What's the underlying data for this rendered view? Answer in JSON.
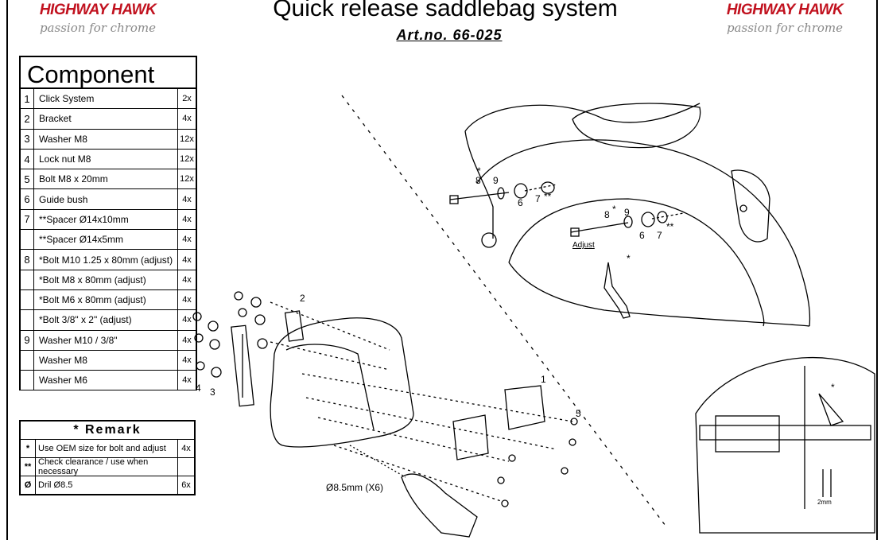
{
  "header": {
    "brand": "HIGHWAY HAWK",
    "tagline": "passion for chrome",
    "title": "Quick release saddlebag system",
    "art_no": "Art.no. 66-025"
  },
  "component_table": {
    "title": "Component",
    "rows": [
      {
        "no": "1",
        "desc": "Click System",
        "qty": "2x"
      },
      {
        "no": "2",
        "desc": "Bracket",
        "qty": "4x"
      },
      {
        "no": "3",
        "desc": "Washer M8",
        "qty": "12x"
      },
      {
        "no": "4",
        "desc": "Lock nut M8",
        "qty": "12x"
      },
      {
        "no": "5",
        "desc": "Bolt M8 x 20mm",
        "qty": "12x"
      },
      {
        "no": "6",
        "desc": "Guide bush",
        "qty": "4x"
      },
      {
        "no": "7",
        "desc": "**Spacer Ø14x10mm",
        "qty": "4x"
      },
      {
        "no": "",
        "desc": "**Spacer Ø14x5mm",
        "qty": "4x"
      },
      {
        "no": "8",
        "desc": "*Bolt M10 1.25 x 80mm (adjust)",
        "qty": "4x"
      },
      {
        "no": "",
        "desc": "*Bolt M8 x 80mm (adjust)",
        "qty": "4x"
      },
      {
        "no": "",
        "desc": "*Bolt M6 x 80mm (adjust)",
        "qty": "4x"
      },
      {
        "no": "",
        "desc": "*Bolt 3/8\" x 2\" (adjust)",
        "qty": "4x"
      },
      {
        "no": "9",
        "desc": "Washer M10 / 3/8\"",
        "qty": "4x"
      },
      {
        "no": "",
        "desc": "Washer M8",
        "qty": "4x"
      },
      {
        "no": "",
        "desc": "Washer M6",
        "qty": "4x"
      }
    ]
  },
  "remark_table": {
    "title": "* Remark",
    "rows": [
      {
        "sym": "*",
        "desc": "Use OEM size for bolt and adjust",
        "qty": "4x"
      },
      {
        "sym": "**",
        "desc": "Check clearance / use when necessary",
        "qty": ""
      },
      {
        "sym": "Ø",
        "desc": "Dril Ø8.5",
        "qty": "6x"
      }
    ]
  },
  "diagram_labels": {
    "fender_top": [
      "*",
      "8",
      "9",
      "6",
      "7",
      "**"
    ],
    "fender_bottom": [
      "8",
      "*",
      "9",
      "6",
      "7",
      "**"
    ],
    "adjust": "Adjust",
    "star": "*",
    "bag": [
      "1",
      "2",
      "3",
      "4",
      "5"
    ],
    "drill": "Ø8.5mm (X6)",
    "detail_star": "*",
    "detail_dim": "2mm"
  }
}
